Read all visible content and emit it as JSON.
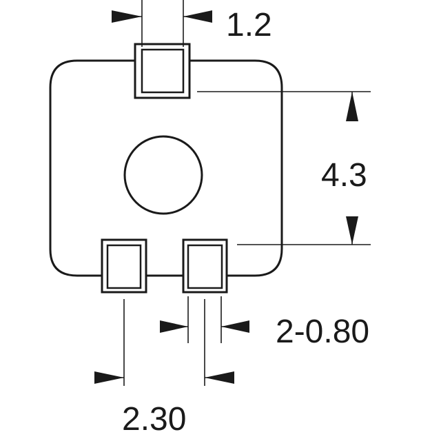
{
  "drawing": {
    "dimensions": {
      "top_pad_width": "1.2",
      "pad_pitch_vertical": "4.3",
      "lead_width": "2-0.80",
      "lead_spacing": "2.30"
    }
  }
}
